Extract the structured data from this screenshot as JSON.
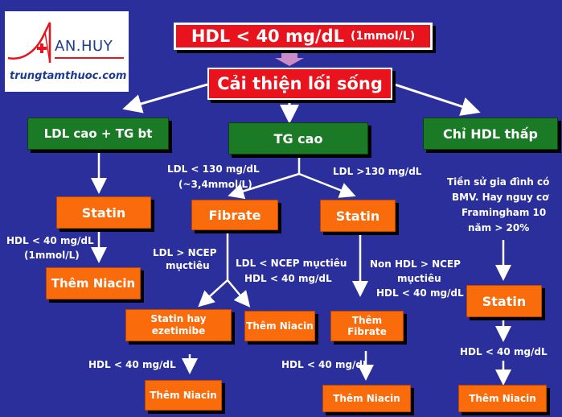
{
  "logo": {
    "brand": "AN.HUY",
    "site": "trungtamthuoc.com",
    "colors": {
      "red": "#e8131c",
      "blue": "#1b3c8f"
    }
  },
  "nodes": {
    "top": {
      "main": "HDL < 40 mg/dL",
      "sub": "(1mmol/L)"
    },
    "lifestyle": "Cải thiện lối sống",
    "ldl_high_tg": "LDL cao + TG bt",
    "tg_high": "TG cao",
    "hdl_low_only": "Chỉ HDL thấp",
    "statin_left": "Statin",
    "niacin_left": "Thêm Niacin",
    "fibrate": "Fibrate",
    "statin_mid": "Statin",
    "statin_ezetimibe": "Statin hay ezetimibe",
    "niacin_mid": "Thêm Niacin",
    "niacin_under_statin_ez": "Thêm Niacin",
    "add_fibrate": "Thêm Fibrate",
    "niacin_under_fibrate": "Thêm Niacin",
    "statin_right": "Statin",
    "niacin_right": "Thêm Niacin"
  },
  "labels": {
    "ldl_lt_130": "LDL < 130 mg/dL",
    "approx_34": "(~3,4mmol/L)",
    "ldl_gt_130": "LDL >130 mg/dL",
    "hdl_left_1": "HDL < 40 mg/dL",
    "hdl_left_2": "(1mmol/L)",
    "ldl_ncep_1": "LDL > NCEP",
    "ldl_ncep_2": "mụctiêu",
    "ldl_lt_ncep_1": "LDL < NCEP mụctiêu",
    "ldl_lt_ncep_2": "HDL < 40 mg/dL",
    "nonhdl_1": "Non HDL > NCEP",
    "nonhdl_2": "mụctiêu",
    "nonhdl_3": "HDL < 40 mg/dL",
    "history_1": "Tiền sử gia đình có",
    "history_2": "BMV. Hay nguy cơ",
    "history_3": "Framingham 10",
    "history_4": "năm > 20%",
    "hdl_bottom_a": "HDL < 40 mg/dL",
    "hdl_bottom_b": "HDL < 40 mg/dL",
    "hdl_right": "HDL < 40 mg/dL"
  },
  "colors": {
    "background": "#2b2f9c",
    "red": "#e8131c",
    "green": "#1a7a26",
    "orange": "#fa6b0c",
    "top_arrow": "#c98cc9"
  }
}
